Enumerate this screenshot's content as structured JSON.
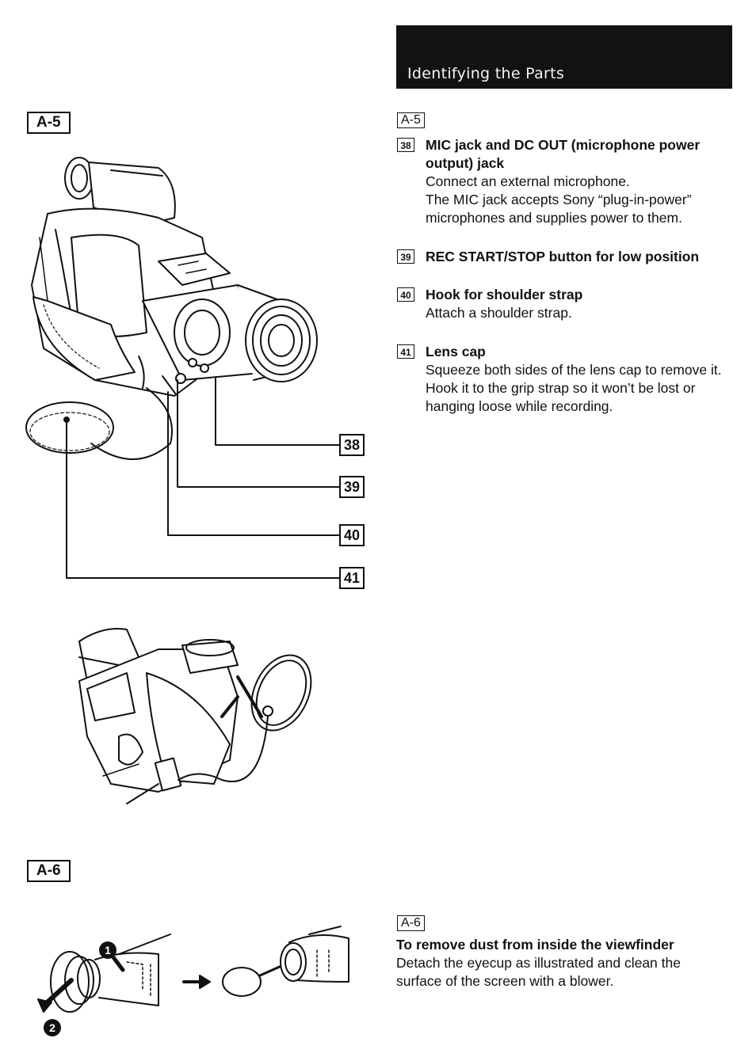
{
  "header": {
    "title": "Identifying the Parts"
  },
  "figures": {
    "a5_label": "A-5",
    "a6_label": "A-6"
  },
  "callouts": [
    "38",
    "39",
    "40",
    "41"
  ],
  "section_a5": {
    "label": "A-5",
    "items": [
      {
        "num": "38",
        "head": "MIC jack and DC OUT (microphone power output) jack",
        "body": "Connect an external microphone.\nThe MIC jack accepts Sony “plug-in-power” microphones and supplies power to them."
      },
      {
        "num": "39",
        "head": "REC START/STOP button for low position",
        "body": ""
      },
      {
        "num": "40",
        "head": "Hook for shoulder strap",
        "body": "Attach a shoulder strap."
      },
      {
        "num": "41",
        "head": "Lens cap",
        "body": "Squeeze both sides of the lens cap to remove it. Hook it to the grip strap so it won’t be lost or hanging loose while recording."
      }
    ]
  },
  "section_a6": {
    "label": "A-6",
    "head": "To remove dust from inside the viewfinder",
    "body": "Detach the eyecup as illustrated and clean the surface of the screen with a blower.",
    "steps": [
      "1",
      "2"
    ]
  }
}
